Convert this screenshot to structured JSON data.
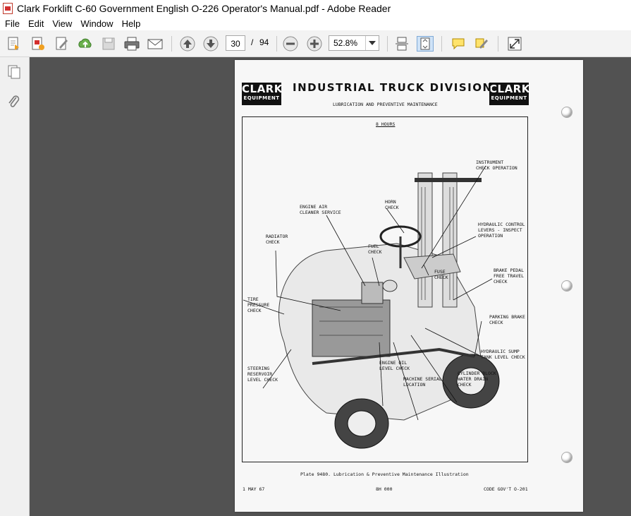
{
  "window": {
    "title": "Clark Forklift C-60 Government English O-226 Operator's Manual.pdf - Adobe Reader"
  },
  "menu": [
    "File",
    "Edit",
    "View",
    "Window",
    "Help"
  ],
  "toolbar": {
    "page_current": "30",
    "page_separator": "/",
    "page_total": "94",
    "zoom": "52.8%"
  },
  "document": {
    "brand_line1": "CLARK",
    "brand_line2": "EQUIPMENT",
    "heading": "INDUSTRIAL TRUCK DIVISION",
    "subheading": "LUBRICATION AND PREVENTIVE MAINTENANCE",
    "interval": "8 HOURS",
    "callouts": {
      "instrument": [
        "INSTRUMENT",
        "CHECK OPERATION"
      ],
      "horn": [
        "HORN",
        "CHECK"
      ],
      "air_cleaner": [
        "ENGINE AIR",
        "CLEANER SERVICE"
      ],
      "hydraulic_control": [
        "HYDRAULIC CONTROL",
        "LEVERS - INSPECT",
        "OPERATION"
      ],
      "radiator": [
        "RADIATOR",
        "CHECK"
      ],
      "fuel": [
        "FUEL",
        "CHECK"
      ],
      "fuse": [
        "FUSE",
        "CHECK"
      ],
      "brake_pedal": [
        "BRAKE PEDAL",
        "FREE TRAVEL",
        "CHECK"
      ],
      "tire": [
        "TIRE",
        "PRESSURE",
        "CHECK"
      ],
      "parking_brake": [
        "PARKING BRAKE",
        "CHECK"
      ],
      "hydraulic_sump": [
        "HYDRAULIC SUMP",
        "TANK LEVEL CHECK"
      ],
      "steering": [
        "STEERING",
        "RESERVOIR",
        "LEVEL CHECK"
      ],
      "engine_oil": [
        "ENGINE OIL",
        "LEVEL CHECK"
      ],
      "cylinder_block": [
        "CYLINDER BLOCK",
        "WATER DRAIN",
        "CHECK"
      ],
      "machine_serial": [
        "MACHINE SERIAL",
        "LOCATION"
      ]
    },
    "caption": "Plate 9480. Lubrication & Preventive Maintenance Illustration",
    "footer_date": "1 MAY 67",
    "footer_code": "8H 000",
    "footer_govt": "CODE GOV'T O-201"
  }
}
